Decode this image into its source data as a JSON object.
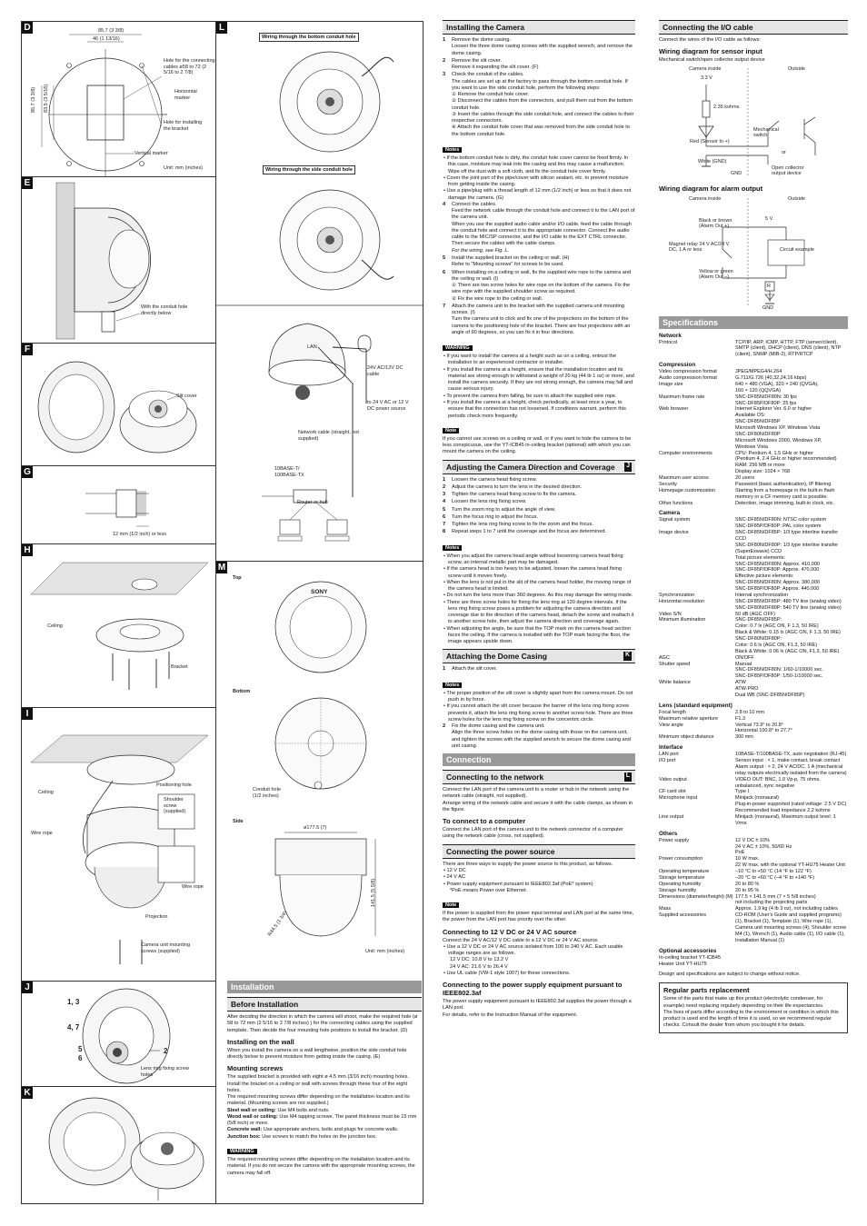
{
  "figures": {
    "D": {
      "label": "D",
      "dims": [
        "85.7 (3 3/8)",
        "46 (1 13/16)",
        "85.7 (3 3/8)",
        "83.5 (3 5/16)"
      ],
      "hole_cables": "Hole for the connecting cables ø58 to 72 (2 5/16 to 2 7/8)",
      "horizontal": "Horizontal marker",
      "bracket_hole": "Hole for installing the bracket",
      "vertical": "Vertical marker",
      "unit": "Unit: mm (inches)"
    },
    "E": {
      "label": "E",
      "conduit": "With the conduit hole directly below"
    },
    "F": {
      "label": "F",
      "slit": "Slit cover"
    },
    "G": {
      "label": "G",
      "length": "12 mm (1/2 inch) or less"
    },
    "H": {
      "label": "H",
      "ceiling": "Ceiling",
      "bracket": "Bracket"
    },
    "I": {
      "label": "I",
      "positioning": "Positioning hole",
      "ceiling": "Ceiling",
      "shoulder": "Shoulder screw (supplied)",
      "wire": "Wire rope",
      "wire2": "Wire rope",
      "projection": "Projection",
      "screws": "Camera unit mounting screws (supplied)"
    },
    "J": {
      "label": "J",
      "n13": "1, 3",
      "n47": "4, 7",
      "n5": "5",
      "n6": "6",
      "n2": "2",
      "lens": "Lens ring fixing screw holes"
    },
    "K": {
      "label": "K"
    },
    "L": {
      "label": "L",
      "bottom": "Wiring through the bottom conduit hole",
      "side": "Wiring through the side conduit hole",
      "lan": "LAN",
      "power": "24V AC/12V DC cable",
      "to": "to 24 V AC or 12 V DC power source",
      "net": "Network cable (straight, not supplied)",
      "base": "10BASE-T/ 100BASE-TX",
      "router": "Router or hub"
    },
    "M": {
      "label": "M",
      "top": "Top",
      "brand": "SONY",
      "bottom": "Bottom",
      "conduit": "Conduit hole (1/2 inches)",
      "side": "Side",
      "dia": "ø177.5 (7)",
      "height": "141.5 (5 5/8)",
      "r": "R44.5 (1 3/4)",
      "unit": "Unit: mm (inches)"
    }
  },
  "install": {
    "title": "Installation",
    "before_title": "Before Installation",
    "before_text": "After deciding the direction in which the camera will shoot, make the required hole (ø 58 to 72 mm (2 5/16 to 2 7/8 inches) ) for the connecting cables using the supplied template. Then decide the four mounting hole positions to install the bracket. (D)",
    "wall_title": "Installing on the wall",
    "wall_text": "When you install the camera on a wall lengthwise, position the side conduit hole directly below to prevent moisture from getting inside the casing. (E)",
    "screws_title": "Mounting screws",
    "screws_text": "The supplied bracket is provided with eight ø 4.5 mm (3/16 inch) mounting holes. Install the bracket on a ceiling or wall with screws through these four of the eight holes.\nThe required mounting screws differ depending on the installation location and its material. (Mounting screws are not supplied.)",
    "steel": "Steel wall or ceiling:",
    "steel_t": " Use M4 bolts and nuts.",
    "wood": "Wood wall or ceiling:",
    "wood_t": " Use M4 tapping screws. The panel thickness must be 15 mm (5/8 inch) or more.",
    "concrete": "Concrete wall:",
    "concrete_t": " Use appropriate anchors, bolts and plugs for concrete walls.",
    "junction": "Junction box:",
    "junction_t": " Use screws to match the holes on the junction box.",
    "warning": "WARNING",
    "warn_text": "The required mounting screws differ depending on the installation location and its material. If you do not secure the camera with the appropriate mounting screws, the camera may fall off."
  },
  "camera": {
    "title": "Installing the Camera",
    "s1": "Remove the dome casing.",
    "s1t": "Loosen the three dome casing screws with the supplied wrench, and remove the dome casing.",
    "s2": "Remove the slit cover.",
    "s2t": "Remove it expanding the slit cover. (F)",
    "s3": "Check the conduit of the cables.",
    "s3t": "The cables are set up at the factory to pass through the bottom conduit hole. If you want to use the side conduit hole, perform the following steps:",
    "c1": "① Remove the conduit hole cover.",
    "c2": "② Disconnect the cables from the connectors, and pull them out from the bottom conduit hole.",
    "c3": "③ Insert the cables through the side conduit hole, and connect the cables to their respective connectors.",
    "c4": "④ Attach the conduit hole cover that was removed from the side conduit hole to the bottom conduit hole.",
    "notes": "Notes",
    "n1": "• If the bottom conduit hole is dirty, the conduit hole cover cannot be fixed firmly. In this case, moisture may leak into the casing and this may cause a malfunction. Wipe off the dust with a soft cloth, and fix the conduit hole cover firmly.",
    "n2": "• Cover the joint part of the pipe/cover with silicon sealant, etc. to prevent moisture from getting inside the casing.",
    "n3": "• Use a pipe/plug with a thread length of 12 mm (1/2 inch) or less so that it does not damage the camera. (G)",
    "s4": "Connect the cables.",
    "s4t": "Feed the network cable through the conduit hole and connect it to the LAN port of the camera unit.\nWhen you use the supplied audio cable and/or I/O cable, feed the cable through the conduit hole and connect it to the appropriate connector. Connect the audio cable to the MIC/SP connector, and the I/O cable to the EXT CTRL connector.\nThen secure the cables with the cable clamps.",
    "s4i": "For the wiring, see Fig. L.",
    "s5": "Install the supplied bracket on the ceiling or wall. (H)",
    "s5t": "Refer to \"Mounting screws\" for screws to be used.",
    "s6": "When installing on a ceiling or wall, fix the supplied wire rope to the camera and the ceiling or wall. (I)",
    "s6a": "① There are two screw holes for wire rope on the bottom of the camera. Fix the wire rope with the supplied shoulder screw as required.",
    "s6b": "② Fix the wire rope to the ceiling or wall.",
    "s7": "Attach the camera unit to the bracket with the supplied camera unit mounting screws. (I)",
    "s7t": "Turn the camera unit to click and fix one of the projections on the bottom of the camera to the positioning hole of the bracket. There are four projections with an angle of 90 degrees, so you can fix it in four directions.",
    "warning": "WARNING",
    "w1": "• If you want to install the camera at a height such as on a ceiling, entrust the installation to an experienced contractor or installer.",
    "w2": "• If you install the camera at a height, ensure that the installation location and its material are strong enough to withstand a weight of 20 kg (44 lb 1 oz) or more, and install the camera securely. If they are not strong enough, the camera may fall and cause serious injury.",
    "w3": "• To prevent the camera from falling, be sure to attach the supplied wire rope.",
    "w4": "• If you install the camera at a height, check periodically, at least once a year, to ensure that the connection has not loosened. If conditions warrant, perform this periodic check more frequently.",
    "note": "Note",
    "note_t": "If you cannot use screws on a ceiling or wall, or if you want to hide the camera to be less conspicuous, use the YT-ICB45 in-ceiling bracket (optional) with which you can mount the camera on the ceiling."
  },
  "adjust": {
    "title": "Adjusting the Camera Direction and Coverage",
    "tag": "J",
    "steps": [
      "Loosen the camera head fixing screw.",
      "Adjust the camera to turn the lens in the desired direction.",
      "Tighten the camera head fixing screw to fix the camera.",
      "Loosen the lens ring fixing screw.",
      "Turn the zoom ring to adjust the angle of view.",
      "Turn the focus ring to adjust the focus.",
      "Tighten the lens ring fixing screw to fix the zoom and the focus.",
      "Repeat steps 1 to 7 until the coverage and the focus are determined."
    ],
    "notes": "Notes",
    "n": [
      "• When you adjust the camera head angle without loosening camera head fixing screw, an internal metallic part may be damaged.",
      "• If the camera head is too heavy to be adjusted, loosen the camera head fixing screw until it moves freely.",
      "• When the lens is not put in the slit of the camera head holder, the moving range of the camera head is limited.",
      "• Do not turn the lens more than 360 degrees. As this may damage the wiring inside.",
      "• There are three screw holes for fixing the lens ring at 120 degree intervals. If the lens ring fixing screw poses a problem for adjusting the camera direction and coverage due to the direction of the camera head, detach the screw and reattach it to another screw hole, then adjust the camera direction and coverage again.",
      "• When adjusting the angle, be sure that the TOP mark on the camera head section faces the ceiling. If the camera is installed with the TOP mark facing the floor, the image appears upside down."
    ]
  },
  "dome": {
    "title": "Attaching the Dome Casing",
    "tag": "K",
    "s1": "Attach the slit cover.",
    "notes": "Notes",
    "n": [
      "• The proper position of the slit cover is slightly apart from the camera mount. Do not push in by force.",
      "• If you cannot attach the slit cover because the barrier of the lens ring fixing screw prevents it, attach the lens ring fixing screw to another screw hole. There are three screw holes for the lens ring fixing screw on the concentric circle."
    ],
    "s2": "Fix the dome casing and the camera unit.",
    "s2t": "Align the three screw holes on the dome casing with those on the camera unit, and tighten the screws with the supplied wrench to secure the dome casing and unit casing."
  },
  "connection": {
    "title": "Connection",
    "net_title": "Connecting to the network",
    "net_tag": "L",
    "net_text": "Connect the LAN port of the camera unit to a router or hub in the network using the network cable (straight, not supplied).\nArrange wiring of the network cable and secure it with the cable clamps, as shown in the figure.",
    "comp_title": "To connect to a computer",
    "comp_text": "Connect the LAN port of the camera unit to the network connector of a computer using the network cable (cross, not supplied).",
    "pow_title": "Connecting the power source",
    "pow_text": "There are three ways to supply the power source to this product, as follows.",
    "pow_items": [
      "• 12 V DC",
      "• 24 V AC",
      "• Power supply equipment pursuant to IEEE802.3af (PoE* system)"
    ],
    "poe": "*PoE means Power over Ethernet.",
    "note": "Note",
    "note_t": "If the power is supplied from the power input terminal and LAN port at the same time, the power from the LAN port has priority over the other.",
    "c12_title": "Connecting to 12 V DC or 24 V AC source",
    "c12_text": "Connect the 24 V AC/12 V DC cable to a 12 V DC or 24 V AC source.",
    "c12_b1": "• Use a 12 V DC or 24 V AC source isolated from 100 to 240 V AC. Each usable voltage ranges are as follows.",
    "c12_r1": "12 V DC: 10.8 V to 13.2 V",
    "c12_r2": "24 V AC: 21.6 V to 26.4 V",
    "c12_b2": "• Use UL cable (VW-1 style 1007) for these connections.",
    "ieee_title": "Connecting to the power supply equipment pursuant to IEEE802.3af",
    "ieee_text": "The power supply equipment pursuant to IEEE802.3af supplies the power through a LAN port.\nFor details, refer to the Instruction Manual of the equipment."
  },
  "io": {
    "title": "Connecting the I/O cable",
    "intro": "Connect the wires of the I/O cable as follows:",
    "sensor_title": "Wiring diagram for sensor input",
    "sensor_sub": "Mechanical switch/open collector output device",
    "cam_inside": "Camera inside",
    "outside": "Outside",
    "v33": "3.3 V",
    "kohm": "2.35 kohms",
    "mech": "Mechanical switch",
    "or": "or",
    "red": "Red (Sensor In +)",
    "white": "White (GND)",
    "gnd": "GND",
    "open": "Open collector output device",
    "alarm_title": "Wiring diagram for alarm output",
    "cam_inside2": "Camera inside",
    "outside2": "Outside",
    "black": "Black or brown (Alarm Out +)",
    "v5": "5 V",
    "relay": "Magnet relay 24 V AC/24 V DC, 1 A or less",
    "circuit": "Circuit example",
    "yellow": "Yellow or green (Alarm Out –)",
    "r": "R",
    "gnd2": "GND"
  },
  "specs": {
    "title": "Specifications",
    "network": "Network",
    "protocol_k": "Protocol",
    "protocol_v": "TCP/IP, ARP, ICMP, HTTP, FTP (server/client), SMTP (client), DHCP (client), DNS (client), NTP (client), SNMP (MIB-2), RTP/RTCP",
    "compression": "Compression",
    "comp_rows": [
      [
        "Video compression format",
        "JPEG/MPEG4/H.264"
      ],
      [
        "Audio compression format",
        "G.711/G.726 (40,32,24,16 kbps)"
      ],
      [
        "Image size",
        "640 × 480 (VGA), 320 × 240 (QVGA),\n160 × 120 (QQVGA)"
      ],
      [
        "Maximum frame rate",
        "SNC-DF85N/DF80N: 30 fps\nSNC-DF85P/DF80P: 25 fps"
      ],
      [
        "Web browser",
        "Internet Explorer Ver. 6.0 or higher\nAvailable OS:\nSNC-DF85N/DF85P\nMicrosoft Windows XP, Windows Vista\nSNC-DF80N/DF80P\nMicrosoft Windows 2000, Windows XP,\nWindows Vista"
      ],
      [
        "Computer environments",
        "CPU: Pentium 4, 1.5 GHz or higher\n(Pentium 4, 2.4 GHz or higher recommended)\nRAM: 256 MB or more\nDisplay size: 1024 × 768"
      ],
      [
        "Maximum user access",
        "20 users"
      ],
      [
        "Security",
        "Password (basic authentication), IP filtering"
      ],
      [
        "Homepage customization",
        "Starting from a homepage in the built-in flash memory or a CF memory card is possible."
      ],
      [
        "Other functions",
        "Detection, image trimming, built-in clock, etc."
      ]
    ],
    "camera": "Camera",
    "cam_rows": [
      [
        "Signal system",
        "SNC-DF85N/DF80N: NTSC color system\nSNC-DF85P/DF80P: PAL color system"
      ],
      [
        "Image device",
        "SNC-DF85N/DF85P: 1/3 type interline transfer CCD\nSNC-DF80N/DF80P: 1/3 type interline transfer (SuperExwave) CCD\nTotal picture elements:\nSNC-DF85N/DF80N: Approx. 410,000\nSNC-DF85P/DF80P: Approx. 470,000\nEffective picture elements:\nSNC-DF85N/DF80N: Approx. 380,000\nSNC-DF85P/DF80P: Approx. 440,000"
      ],
      [
        "Synchronization",
        "Internal synchronization"
      ],
      [
        "Horizontal resolution",
        "SNC-DF85N/DF85P: 480 TV line (analog video)\nSNC-DF80N/DF80P: 540 TV line (analog video)"
      ],
      [
        "Video S/N",
        "50 dB (AGC OFF)"
      ],
      [
        "Minimum illumination",
        "SNC-DF85N/DF85P:\nColor: 0.7 lx (AGC ON, F 1.3, 50 IRE)\nBlack & White: 0.15 lx (AGC ON, F 1.3, 50 IRE)\nSNC-DF80N/DF80P:\nColor: 0.6 lx (AGC ON, F1.3, 50 IRE)\nBlack & White: 0.06 lx (AGC ON, F1.3, 50 IRE)"
      ],
      [
        "AGC",
        "ON/OFF"
      ],
      [
        "Shutter speed",
        "Manual\nSNC-DF85N/DF80N: 1/60-1/10000 sec.\nSNC-DF85P/DF80P: 1/50-1/10000 sec."
      ],
      [
        "White balance",
        "ATW\nATW-PRO\nDual WB (SNC-DF85N/DF85P)"
      ]
    ],
    "lens": "Lens (standard equipment)",
    "lens_rows": [
      [
        "Focal length",
        "2.8 to 10 mm"
      ],
      [
        "Maximum relative aperture",
        "F1.3"
      ],
      [
        "View angle",
        "Vertical 73.9° to 20.8°\nHorizontal 100.8° to 27.7°"
      ],
      [
        "Minimum object distance",
        "300 mm"
      ]
    ],
    "interface": "Interface",
    "if_rows": [
      [
        "LAN port",
        "10BASE-T/100BASE-TX, auto negotiation (RJ-45)"
      ],
      [
        "I/O port",
        "Sensor input : × 1, make contact, break contact\nAlarm output : × 2, 24 V AC/DC, 1 A (mechanical relay outputs electrically isolated from the camera)"
      ],
      [
        "Video output",
        "VIDEO OUT: BNC, 1.0 Vp-p, 75 ohms, unbalanced, sync negative"
      ],
      [
        "CF card slot",
        "Type I"
      ],
      [
        "Microphone input",
        "Minijack (monaural)\nPlug-in-power supported (rated voltage: 2.5 V DC)\nRecommended load impedance 2.2 kohms"
      ],
      [
        "Line output",
        "Minijack (monaural), Maximum output level: 1 Vrms"
      ]
    ],
    "others": "Others",
    "oth_rows": [
      [
        "Power supply",
        "12 V DC ± 10%\n24 V AC ± 10%, 50/60 Hz\nPoE"
      ],
      [
        "Power consumption",
        "10 W max.\n22 W max. with the optional YT-HU75 Heater Unit"
      ],
      [
        "Operating temperature",
        "–10 °C to +50 °C (14 °F to 122 °F)"
      ],
      [
        "Storage temperature",
        "–20 °C to +60 °C (–4 °F to +140 °F)"
      ],
      [
        "Operating humidity",
        "20 to 80 %"
      ],
      [
        "Storage humidity",
        "20 to 95 %"
      ],
      [
        "Dimensions (diameter/height) (M)",
        "177.5 × 141.5 mm (7 × 5 5/8 inches)\nnot including the projecting parts"
      ],
      [
        "Mass",
        "Approx. 1.9 kg (4 lb 3 oz), not including cables"
      ],
      [
        "Supplied accessories",
        "CD-ROM (User's Guide and supplied programs) (1), Bracket (1), Template (1), Wire rope (1), Camera unit mounting screws (4), Shoulder screw M4 (1), Wrench (1), Audio cable (1), I/O cable (1), Installation Manual (1)"
      ]
    ],
    "optional": "Optional accessories",
    "opt1": "In-ceiling bracket YT-ICB45",
    "opt2": "Heater Unit YT-HU75",
    "design": "Design and specifications are subject to change without notice.",
    "reg_title": "Regular parts replacement",
    "reg_text": "Some of the parts that make up this product (electrolytic condenser, for example) need replacing regularly depending on their life expectancies.\nThe lives of parts differ according to the environment or condition in which this product is used and the length of time it is used, so we recommend regular checks. Consult the dealer from whom you bought it for details."
  }
}
